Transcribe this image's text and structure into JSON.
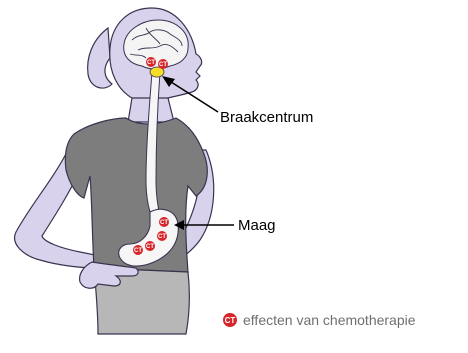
{
  "labels": {
    "vomiting_center": "Braakcentrum",
    "stomach": "Maag"
  },
  "legend": {
    "badge": "CT",
    "text": "effecten van chemotherapie"
  },
  "colors": {
    "skin": "#d9d2ec",
    "outline": "#3a3350",
    "shirt": "#7d7d7d",
    "pants": "#b7b7b7",
    "brain": "#f4f4f4",
    "vomiting_center": "#f5dd28",
    "esophagus": "#f6f6f6",
    "stomach_inner": "#f6f6f6",
    "ct_badge": "#d7262b"
  },
  "icons": {
    "ct_marker": "ct-badge-icon",
    "arrow": "arrow-icon"
  }
}
